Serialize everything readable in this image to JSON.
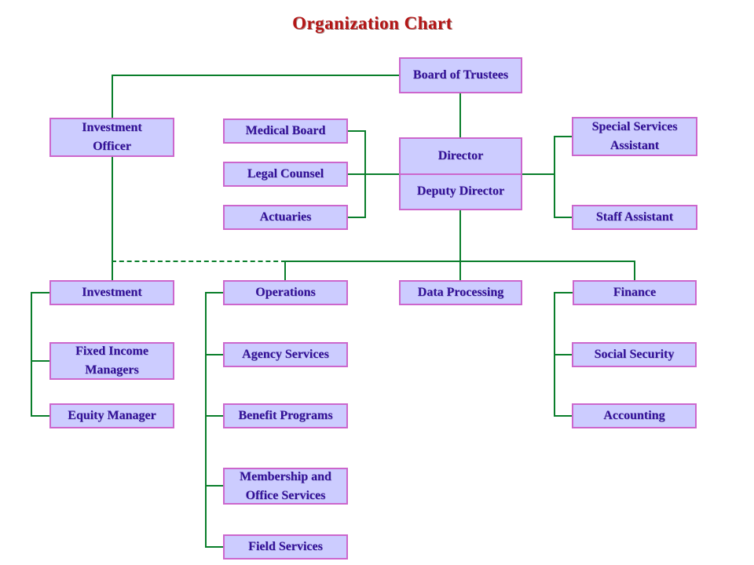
{
  "title": "Organization Chart",
  "colors": {
    "background": "#ffffff",
    "title_color": "#b41616",
    "box_fill": "#ccccff",
    "box_border": "#cc66cc",
    "box_text": "#331199",
    "line": "#0a7e2b"
  },
  "nodes": {
    "board_of_trustees": {
      "label": "Board of Trustees"
    },
    "investment_officer": {
      "label": "Investment\nOfficer"
    },
    "medical_board": {
      "label": "Medical Board"
    },
    "legal_counsel": {
      "label": "Legal Counsel"
    },
    "actuaries": {
      "label": "Actuaries"
    },
    "director": {
      "label": "Director"
    },
    "deputy_director": {
      "label": "Deputy Director"
    },
    "special_services_assistant": {
      "label": "Special Services\nAssistant"
    },
    "staff_assistant": {
      "label": "Staff Assistant"
    },
    "investment": {
      "label": "Investment"
    },
    "operations": {
      "label": "Operations"
    },
    "data_processing": {
      "label": "Data Processing"
    },
    "finance": {
      "label": "Finance"
    },
    "fixed_income_managers": {
      "label": "Fixed Income\nManagers"
    },
    "equity_manager": {
      "label": "Equity Manager"
    },
    "agency_services": {
      "label": "Agency Services"
    },
    "benefit_programs": {
      "label": "Benefit Programs"
    },
    "membership_office_services": {
      "label": "Membership and\nOffice Services"
    },
    "field_services": {
      "label": "Field Services"
    },
    "social_security": {
      "label": "Social Security"
    },
    "accounting": {
      "label": "Accounting"
    }
  },
  "edges": [
    {
      "from": "Board of Trustees",
      "to": "Investment Officer",
      "style": "solid"
    },
    {
      "from": "Board of Trustees",
      "to": "Director / Deputy Director",
      "style": "solid"
    },
    {
      "from": "Director / Deputy Director",
      "to": "Medical Board",
      "style": "solid"
    },
    {
      "from": "Director / Deputy Director",
      "to": "Legal Counsel",
      "style": "solid"
    },
    {
      "from": "Director / Deputy Director",
      "to": "Actuaries",
      "style": "solid"
    },
    {
      "from": "Director / Deputy Director",
      "to": "Special Services Assistant",
      "style": "solid"
    },
    {
      "from": "Director / Deputy Director",
      "to": "Staff Assistant",
      "style": "solid"
    },
    {
      "from": "Director / Deputy Director",
      "to": "Operations",
      "style": "solid"
    },
    {
      "from": "Director / Deputy Director",
      "to": "Data Processing",
      "style": "solid"
    },
    {
      "from": "Director / Deputy Director",
      "to": "Finance",
      "style": "solid"
    },
    {
      "from": "Investment Officer",
      "to": "Investment",
      "style": "solid"
    },
    {
      "from": "Investment Officer",
      "to": "Operations / Data Processing / Finance group line",
      "style": "dashed"
    },
    {
      "from": "Investment",
      "to": "Fixed Income Managers",
      "style": "solid"
    },
    {
      "from": "Investment",
      "to": "Equity Manager",
      "style": "solid"
    },
    {
      "from": "Operations",
      "to": "Agency Services",
      "style": "solid"
    },
    {
      "from": "Operations",
      "to": "Benefit Programs",
      "style": "solid"
    },
    {
      "from": "Operations",
      "to": "Membership and Office Services",
      "style": "solid"
    },
    {
      "from": "Operations",
      "to": "Field Services",
      "style": "solid"
    },
    {
      "from": "Finance",
      "to": "Social Security",
      "style": "solid"
    },
    {
      "from": "Finance",
      "to": "Accounting",
      "style": "solid"
    }
  ]
}
